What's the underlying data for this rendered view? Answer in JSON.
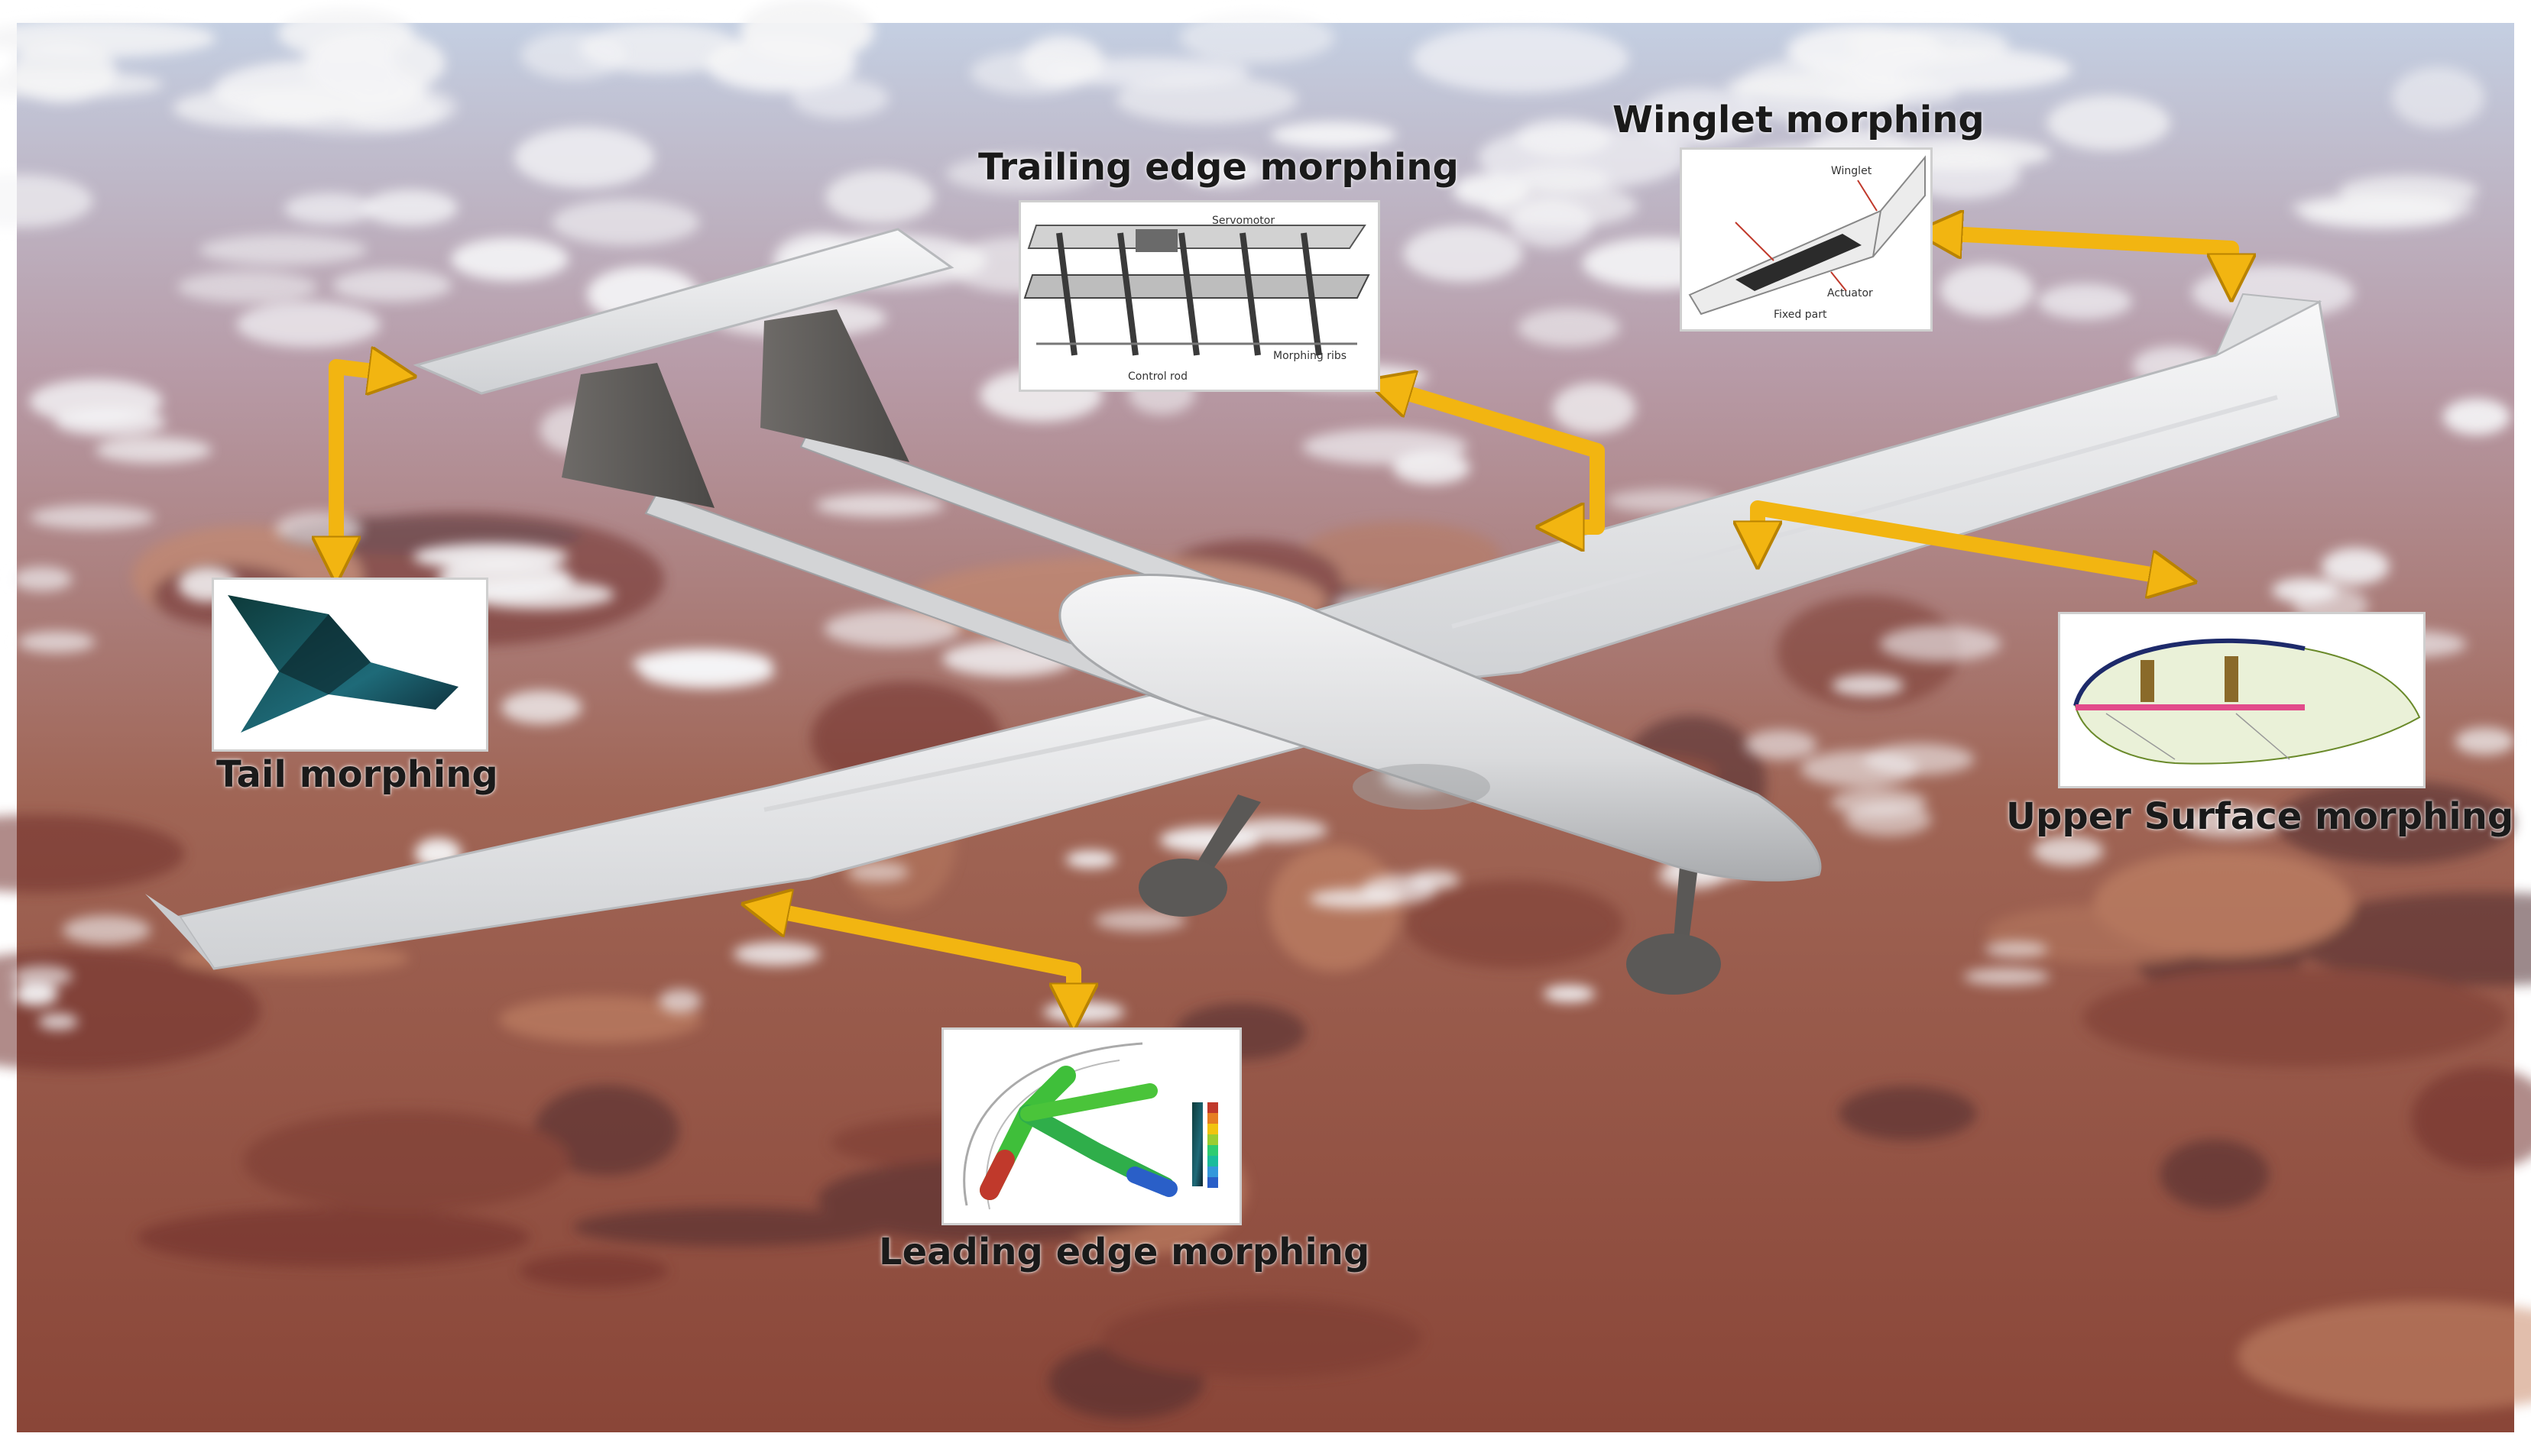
{
  "labels": {
    "winglet": "Winglet morphing",
    "trailing_edge": "Trailing edge morphing",
    "tail": "Tail morphing",
    "upper_surface": "Upper Surface morphing",
    "leading_edge": "Leading edge morphing"
  },
  "insets": {
    "trailing_edge": {
      "servomotor": "Servomotor",
      "morphing_ribs": "Morphing ribs",
      "control_rod": "Control rod"
    },
    "winglet": {
      "winglet": "Winglet",
      "actuator": "Actuator",
      "fixed_part": "Fixed part"
    }
  },
  "colors": {
    "arrow": "#f2b511",
    "arrow_stroke": "#b98300",
    "airframe": "#e9eaec",
    "fin": "#5d5b59",
    "terrain": "#9b5a4c",
    "cloud": "#f4f4f6"
  }
}
